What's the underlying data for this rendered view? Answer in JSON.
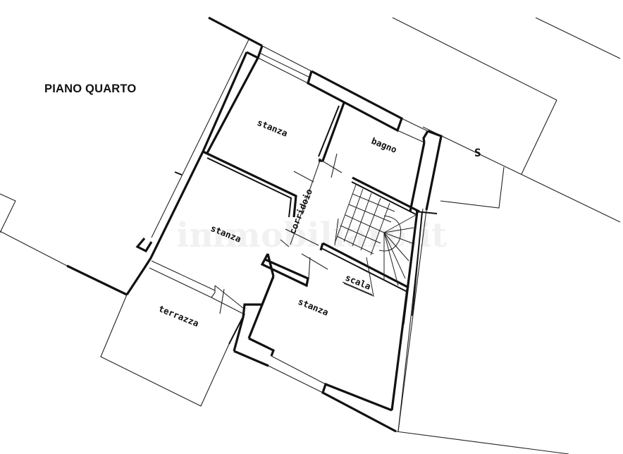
{
  "plan": {
    "title": "PIANO QUARTO",
    "rooms": {
      "stanza_top": "stanza",
      "bagno": "bagno",
      "corridoio": "corridoio",
      "stanza_mid": "stanza",
      "scala": "scala",
      "stanza_bottom": "stanza",
      "terrazza": "terrazza"
    },
    "marker": "S",
    "watermark": "immobiliare.it"
  },
  "colors": {
    "background": "#ffffff",
    "lines": "#111111"
  }
}
